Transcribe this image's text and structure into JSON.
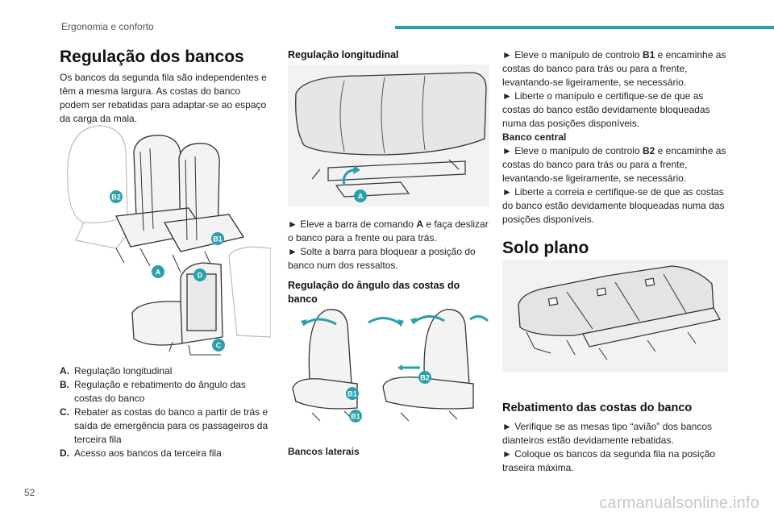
{
  "header": {
    "section": "Ergonomia e conforto",
    "accent": "#2aa0aa"
  },
  "page_number": "52",
  "watermark": "carmanualsonline.info",
  "col1": {
    "title": "Regulação dos bancos",
    "intro": "Os bancos da segunda fila são independentes e têm a mesma largura. As costas do banco podem ser rebatidas para adaptar-se ao espaço da carga da mala.",
    "figure_labels": [
      "B2",
      "B1",
      "A",
      "D",
      "C"
    ],
    "legend": [
      {
        "key": "A.",
        "text": "Regulação longitudinal"
      },
      {
        "key": "B.",
        "text": "Regulação e rebatimento do ângulo das costas do banco"
      },
      {
        "key": "C.",
        "text": "Rebater as costas do banco a partir de trás e saída de emergência para os passageiros da terceira fila"
      },
      {
        "key": "D.",
        "text": "Acesso aos bancos da terceira fila"
      }
    ]
  },
  "col2": {
    "heading_longitudinal": "Regulação longitudinal",
    "fig1_label": "A",
    "step1_pre": "Eleve a barra de comando ",
    "step1_key": "A",
    "step1_post": " e faça deslizar o banco para a frente ou para trás.",
    "step2": "Solte a barra para bloquear a posição do banco num dos ressaltos.",
    "heading_angle": "Regulação do ângulo das costas do banco",
    "fig2_labels": [
      "B1",
      "B2",
      "B1"
    ],
    "caption_side": "Bancos laterais"
  },
  "col3": {
    "step1_pre": "Eleve o manípulo de controlo ",
    "step1_key": "B1",
    "step1_post": " e encaminhe as costas do banco para trás ou para a frente, levantando-se ligeiramente, se necessário.",
    "step2": "Liberte o manípulo e certifique-se de que as costas do banco estão devidamente bloqueadas numa das posições disponíveis.",
    "center_heading": "Banco central",
    "step3_pre": "Eleve o manípulo de controlo ",
    "step3_key": "B2",
    "step3_post": " e encaminhe as costas do banco para trás ou para a frente, levantando-se ligeiramente, se necessário.",
    "step4": "Liberte a correia e certifique-se de que as costas do banco estão devidamente bloqueadas numa das posições disponíveis.",
    "title_flat": "Solo plano",
    "subheading_fold": "Rebatimento das costas do banco",
    "step5": "Verifique se as mesas tipo “avião” dos bancos dianteiros estão devidamente rebatidas.",
    "step6": "Coloque os bancos da segunda fila na posição traseira máxima."
  }
}
